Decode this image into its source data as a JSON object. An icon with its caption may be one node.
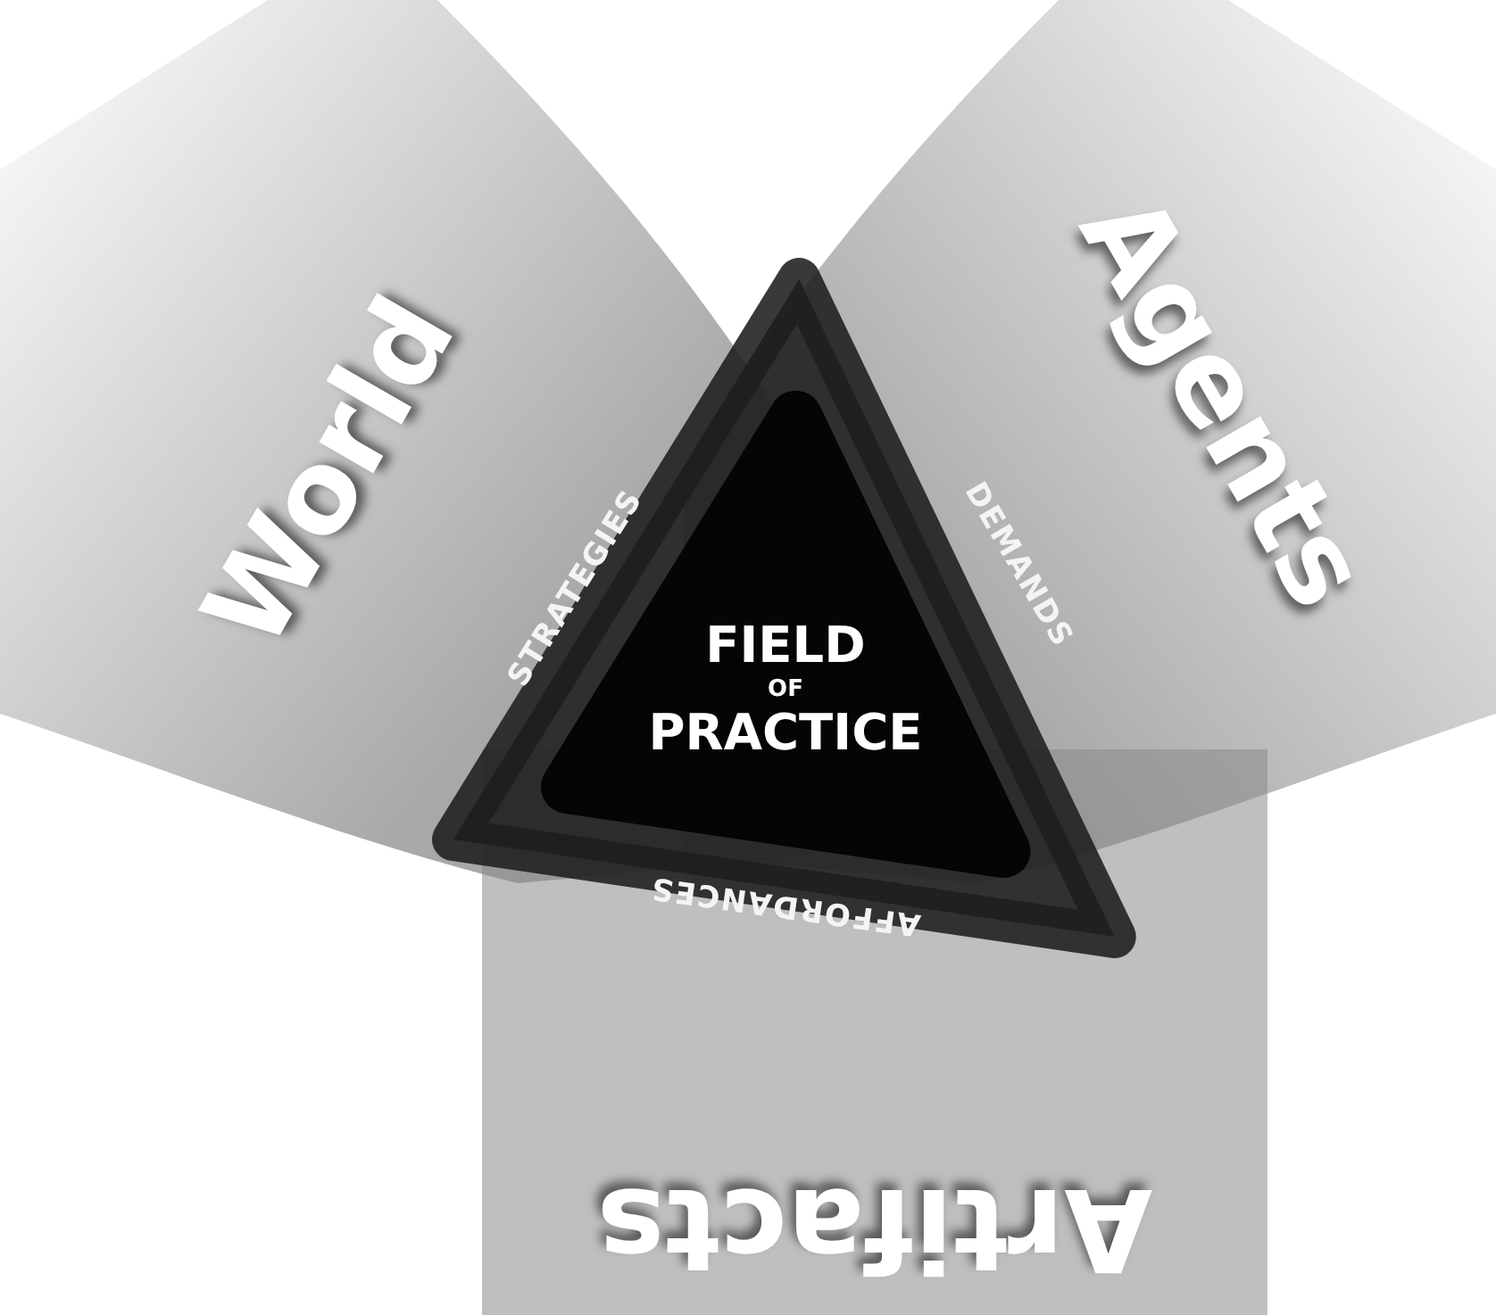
{
  "diagram": {
    "nodes": [
      {
        "text": [
          "World"
        ]
      },
      {
        "text": [
          "Agents"
        ]
      },
      {
        "text": [
          "Artifacts"
        ]
      },
      {
        "text": [
          "FIELD OF PRACTICE",
          "STRATEGIES",
          "DEMANDS",
          "AFFORDANCES"
        ]
      }
    ]
  }
}
